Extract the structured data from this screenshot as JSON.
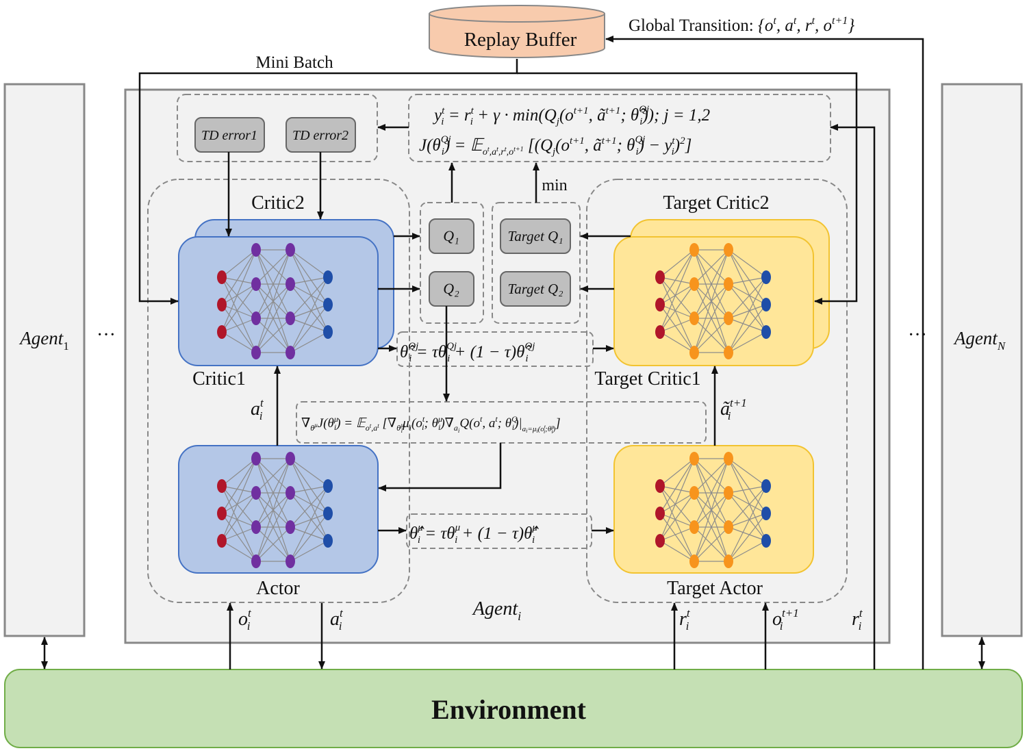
{
  "replay_buffer": {
    "label": "Replay Buffer"
  },
  "global_transition": {
    "prefix": "Global Transition: ",
    "formula": "{o^t, a^t, r^t, o^{t+1}}"
  },
  "mini_batch": "Mini Batch",
  "td_errors": [
    "TD error1",
    "TD error2"
  ],
  "critic_loss": {
    "line1": "y_i^t = r_i^t + γ · min(Q_j(o^{t+1}, ã^{t+1}; θ̂_i^{Q_j})); j = 1,2",
    "line2": "J(θ_i^{Q_j}) = E_{o^t,a^t,r^t,o^{t+1}} [(Q_j(o^{t+1}, ã^{t+1}; θ_i^{Q_j}) − y_i^t)^2]"
  },
  "min_label": "min",
  "q_boxes": [
    "Q₁",
    "Q₂"
  ],
  "target_q_boxes": [
    "Target Q₁",
    "Target Q₂"
  ],
  "modules": {
    "critic2": "Critic2",
    "critic1": "Critic1",
    "actor": "Actor",
    "target_critic2": "Target Critic2",
    "target_critic1": "Target Critic1",
    "target_actor": "Target Actor"
  },
  "soft_update_critic": "θ̂_i^{Q_j} = τθ_i^{Q_j} + (1 − τ)θ̂_i^{Q_j}",
  "soft_update_actor": "θ̂_i^μ = τθ_i^μ + (1 − τ)θ̂_i^μ",
  "policy_gradient": "∇_{θ^μ}J(θ_i^μ) = E_{o^t,a^t}[∇_{θ_i^μ}μ_i(o_i^t; θ_i^μ)∇_{a_i}Q(o^t, a^t; θ_i^Q)|_{a_i=μ_i(o_i^t;θ_i^μ)}]",
  "signals": {
    "a_i_t": "a_i^t",
    "a_tilde": "ã_i^{t+1}",
    "o_i_t": "o_i^t",
    "a_i_t_env": "a_i^t",
    "r_i_t": "r_i^t",
    "o_i_t1": "o_i^{t+1}",
    "r_i_t_right": "r_i^t"
  },
  "agents": {
    "agent_1": "Agent_1",
    "agent_i": "Agent_i",
    "agent_n": "Agent_N",
    "ellipsis": "···"
  },
  "environment": "Environment",
  "colors": {
    "critic_fill": "#b4c7e7",
    "critic_stroke": "#4472c4",
    "target_fill": "#ffe699",
    "target_stroke": "#f2c330",
    "buffer_fill": "#f8cbad",
    "env_fill": "#c5e0b4",
    "env_stroke": "#70ad47",
    "panel_fill": "#f2f2f2",
    "box_fill": "#bfbfbf"
  }
}
